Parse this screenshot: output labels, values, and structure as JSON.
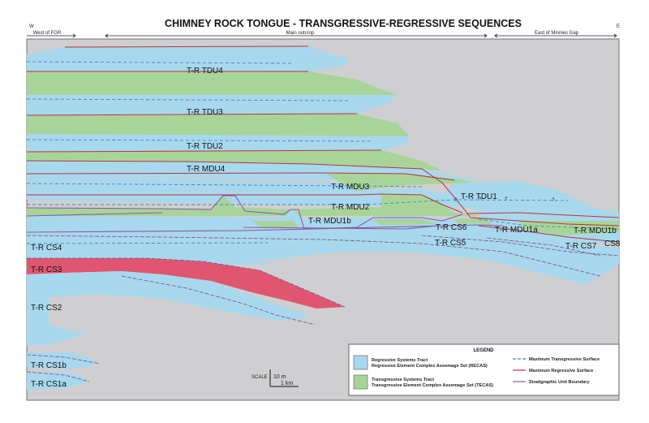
{
  "title": "CHIMNEY ROCK TONGUE - TRANSGRESSIVE-REGRESSIVE SEQUENCES",
  "compass": {
    "west": "W",
    "east": "E"
  },
  "sections": [
    {
      "id": "west",
      "label": "West of FGR"
    },
    {
      "id": "main",
      "label": "Main outcrop"
    },
    {
      "id": "east",
      "label": "East of Minnies Gap"
    }
  ],
  "unit_labels": [
    {
      "id": "tdu4",
      "text": "T-R TDU4"
    },
    {
      "id": "tdu3",
      "text": "T-R TDU3"
    },
    {
      "id": "tdu2",
      "text": "T-R TDU2"
    },
    {
      "id": "mdu4",
      "text": "T-R MDU4"
    },
    {
      "id": "mdu3",
      "text": "T-R MDU3"
    },
    {
      "id": "tdu1",
      "text": "T-R TDU1"
    },
    {
      "id": "mdu2",
      "text": "T-R MDU2"
    },
    {
      "id": "mdu1b_main",
      "text": "T-R MDU1b"
    },
    {
      "id": "cs6",
      "text": "T-R CS6"
    },
    {
      "id": "mdu1a",
      "text": "T-R MDU1a"
    },
    {
      "id": "mdu1b_east",
      "text": "T-R MDU1b"
    },
    {
      "id": "cs4",
      "text": "T-R CS4"
    },
    {
      "id": "cs5",
      "text": "T-R CS5"
    },
    {
      "id": "cs7",
      "text": "T-R CS7"
    },
    {
      "id": "cs8",
      "text": "CS8"
    },
    {
      "id": "cs3",
      "text": "T-R CS3"
    },
    {
      "id": "cs2",
      "text": "T-R CS2"
    },
    {
      "id": "cs1b",
      "text": "T-R CS1b"
    },
    {
      "id": "cs1a",
      "text": "T-R CS1a"
    }
  ],
  "question_marks": [
    "?",
    "?",
    "?",
    "?"
  ],
  "scale": {
    "label": "SCALE",
    "vertical": "10 m",
    "horizontal": "1 km"
  },
  "legend": {
    "title": "LEGEND",
    "regressive": {
      "line1": "Regressive Systems Tract",
      "line2": "Regressive Element Complex Assemage Set (RECAS)",
      "color": "#a8d8ee"
    },
    "transgressive": {
      "line1": "Transgressive Systems Tract",
      "line2": "Transgressive Element Complex Assemage Set (TECAS)",
      "color": "#a8d49a"
    },
    "lines": [
      {
        "id": "mts",
        "label": "Maximum Transgressive Surface",
        "color": "#3a86c8",
        "style": "dashed"
      },
      {
        "id": "mrs",
        "label": "Maximum Regressive Surface",
        "color": "#b8323c",
        "style": "solid"
      },
      {
        "id": "sub",
        "label": "Stratigraphic Unit Boundary",
        "color": "#8a5aa8",
        "style": "solid"
      }
    ]
  },
  "colors": {
    "background": "#cfcfd1",
    "regressive": "#a8d8ee",
    "transgressive": "#a8d49a",
    "cs3": "#e05670",
    "mrs": "#b8323c",
    "mts": "#3a86c8",
    "boundary": "#8a5aa8"
  }
}
